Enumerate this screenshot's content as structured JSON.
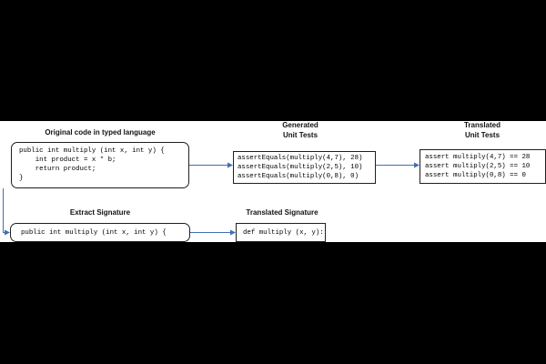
{
  "labels": {
    "original": "Original code in typed language",
    "generated": [
      "Generated",
      "Unit Tests"
    ],
    "translated": [
      "Translated",
      "Unit Tests"
    ],
    "extract": "Extract Signature",
    "translated_signature": "Translated Signature"
  },
  "original_code": [
    "public int multiply (int x, int y) {",
    "    int product = x * b;",
    "    return product;",
    "}"
  ],
  "generated_tests": [
    "assertEquals(multiply(4,7), 28)",
    "assertEquals(multiply(2,5), 10)",
    "assertEquals(multiply(0,8), 0)"
  ],
  "translated_tests": [
    "assert multiply(4,7) == 28",
    "assert multiply(2,5) == 10",
    "assert multiply(0,8) == 0"
  ],
  "extracted_signature": "public int multiply (int x, int y) {",
  "translated_signature_code": "def multiply (x, y):",
  "colors": {
    "arrow": "#3f6fb5",
    "border": "#1f1f1f",
    "background_band": "#ffffff",
    "outer_background": "#000000"
  }
}
